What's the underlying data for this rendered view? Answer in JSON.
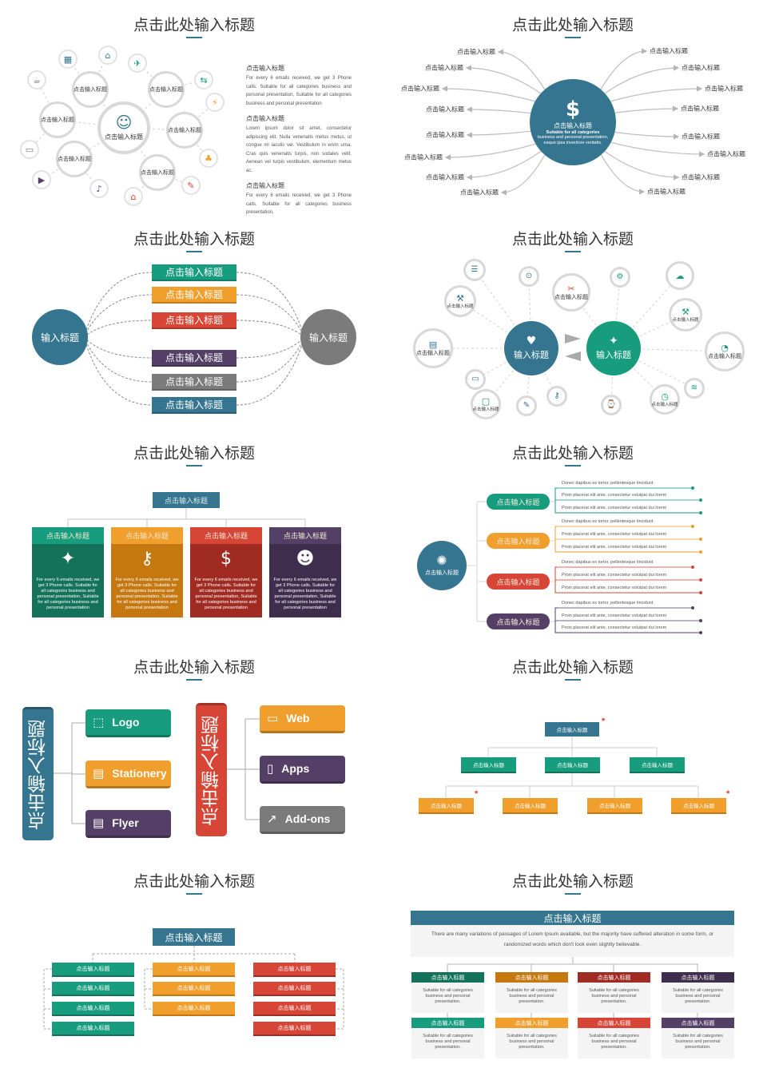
{
  "colors": {
    "teal": "#179c7d",
    "teal_dark": "#137259",
    "orange": "#f09e2c",
    "orange_dark": "#c5780f",
    "red": "#d64535",
    "red_dark": "#a02b22",
    "purple": "#543f66",
    "purple_dark": "#3e2d4c",
    "blue": "#35758f",
    "gray": "#7b7b7b"
  },
  "p1": {
    "title": "点击此处输入标题",
    "center_label": "点击输入标题",
    "center_icon": "head-icon",
    "nodes": [
      "点击输入标题",
      "点击输入标题",
      "点击输入标题",
      "点击输入标题",
      "点击输入标题",
      "点击输入标题"
    ],
    "icons": [
      "store-icon",
      "tag-icon",
      "airplane-icon",
      "cup-icon",
      "signpost-icon",
      "plug-icon",
      "cake-icon",
      "tree-icon",
      "video-icon",
      "microphone-icon",
      "graduation-cap-icon",
      "pencil-ruler-icon"
    ],
    "texts": [
      {
        "heading": "点击输入标题",
        "body": "For every 6 emails received, we get 3 Phone calls. Suitable for all categories business and personal presentation, Suitable for all categories business and personal presentation"
      },
      {
        "heading": "点击输入标题",
        "body": "Lorem ipsum dolor sit amet, consectetur adipiscing elit. Nulla venenatis metus metus, ut congue mi iaculis vel. Vestibulum in enim urna. Cras quis venenatis turpis, non sodales velit. Aenean vel turpis vestibulum, elementum metus ac."
      },
      {
        "heading": "点击输入标题",
        "body": "For every 6 emails received, we get 3 Phone calls. Suitable for all categories business presentation."
      }
    ]
  },
  "p2": {
    "title": "点击此处输入标题",
    "center": {
      "icon": "dollar-globe-icon",
      "label": "点击输入标题",
      "bold": "Suitable for all categories",
      "body": "business and personal presentation, eaque ipsa inventore veritatis."
    },
    "left": [
      "点击输入标题",
      "点击输入标题",
      "点击输入标题",
      "点击输入标题",
      "点击输入标题",
      "点击输入标题",
      "点击输入标题",
      "点击输入标题"
    ],
    "right": [
      "点击输入标题",
      "点击输入标题",
      "点击输入标题",
      "点击输入标题",
      "点击输入标题",
      "点击输入标题",
      "点击输入标题",
      "点击输入标题"
    ]
  },
  "p3": {
    "title": "点击此处输入标题",
    "left_label": "输入标题",
    "right_label": "输入标题",
    "bars": [
      "点击输入标题",
      "点击输入标题",
      "点击输入标题",
      "点击输入标题",
      "点击输入标题",
      "点击输入标题"
    ]
  },
  "p4": {
    "title": "点击此处输入标题",
    "left": {
      "label": "输入标题",
      "icon": "heart-hand-icon"
    },
    "right": {
      "label": "输入标题",
      "icon": "bulb-hand-icon"
    },
    "nodes": [
      {
        "icon": "list-icon",
        "label": ""
      },
      {
        "icon": "wrench-icon",
        "label": "点击输入标题"
      },
      {
        "icon": "chat-icon",
        "label": "点击输入标题"
      },
      {
        "icon": "monitor-icon",
        "label": ""
      },
      {
        "icon": "message-icon",
        "label": "点击输入标题"
      },
      {
        "icon": "edit-icon",
        "label": ""
      },
      {
        "icon": "key-icon",
        "label": ""
      },
      {
        "icon": "lock-icon",
        "label": ""
      },
      {
        "icon": "tools-icon",
        "label": "点击输入标题"
      },
      {
        "icon": "gear-icon",
        "label": ""
      },
      {
        "icon": "cloud-icon",
        "label": ""
      },
      {
        "icon": "screwdriver-icon",
        "label": "点击输入标题"
      },
      {
        "icon": "pie-chart-icon",
        "label": "点击输入标题"
      },
      {
        "icon": "layers-icon",
        "label": ""
      },
      {
        "icon": "gauge-icon",
        "label": "点击输入标题"
      },
      {
        "icon": "watch-icon",
        "label": ""
      }
    ]
  },
  "p5": {
    "title": "点击此处输入标题",
    "top": "点击输入标题",
    "cols": [
      {
        "label": "点击输入标题",
        "icon": "lightbulb-icon",
        "body": "For every 6 emails received, we get 3 Phone calls. Suitable for all categories business and personal presentation, Suitable for all categories business and personal presentation"
      },
      {
        "label": "点击输入标题",
        "icon": "key-icon",
        "body": "For every 6 emails received, we get 3 Phone calls. Suitable for all categories business and personal presentation, Suitable for all categories business and personal presentation"
      },
      {
        "label": "点击输入标题",
        "icon": "money-bag-icon",
        "body": "For every 6 emails received, we get 3 Phone calls. Suitable for all categories business and personal presentation, Suitable for all categories business and personal presentation"
      },
      {
        "label": "点击输入标题",
        "icon": "people-icon",
        "body": "For every 6 emails received, we get 3 Phone calls. Suitable for all categories business and personal presentation, Suitable for all categories business and personal presentation"
      }
    ]
  },
  "p6": {
    "title": "点击此处输入标题",
    "center": {
      "label": "点击输入标题",
      "icon": "brain-bulb-icon"
    },
    "groups": [
      {
        "label": "点击输入标题",
        "lines": [
          "Donec dapibus ex tortor, pellentesque tincidunt",
          "Proin placerat elit ante, consectetur volutpat dui lorem",
          "Proin placerat elit ante, consectetur volutpat dui lorem"
        ]
      },
      {
        "label": "点击输入标题",
        "lines": [
          "Donec dapibus ex tortor, pellentesque tincidunt",
          "Proin placerat elit ante, consectetur volutpat dui lorem",
          "Proin placerat elit ante, consectetur volutpat dui lorem"
        ]
      },
      {
        "label": "点击输入标题",
        "lines": [
          "Donec dapibus ex tortor, pellentesque tincidunt",
          "Proin placerat elit ante, consectetur volutpat dui lorem",
          "Proin placerat elit ante, consectetur volutpat dui lorem"
        ]
      },
      {
        "label": "点击输入标题",
        "lines": [
          "Donec dapibus ex tortor, pellentesque tincidunt",
          "Proin placerat elit ante, consectetur volutpat dui lorem",
          "Proin placerat elit ante, consectetur volutpat dui lorem"
        ]
      }
    ]
  },
  "p7": {
    "title": "点击此处输入标题",
    "groups": [
      {
        "label": "点击输入标题",
        "items": [
          {
            "label": "Logo",
            "icon": "cube-icon"
          },
          {
            "label": "Stationery",
            "icon": "stationery-icon"
          },
          {
            "label": "Flyer",
            "icon": "document-icon"
          }
        ]
      },
      {
        "label": "点击输入标题",
        "items": [
          {
            "label": "Web",
            "icon": "browser-window-icon"
          },
          {
            "label": "Apps",
            "icon": "smartphone-icon"
          },
          {
            "label": "Add-ons",
            "icon": "share-icon"
          }
        ]
      }
    ]
  },
  "p8": {
    "title": "点击此处输入标题",
    "top": "点击输入标题",
    "mid": [
      "点击输入标题",
      "点击输入标题",
      "点击输入标题"
    ],
    "bottom": [
      "点击输入标题",
      "点击输入标题",
      "点击输入标题",
      "点击输入标题"
    ],
    "marker": "*"
  },
  "p9": {
    "title": "点击此处输入标题",
    "top": "点击输入标题",
    "cols": [
      [
        "点击输入标题",
        "点击输入标题",
        "点击输入标题",
        "点击输入标题"
      ],
      [
        "点击输入标题",
        "点击输入标题",
        "点击输入标题"
      ],
      [
        "点击输入标题",
        "点击输入标题",
        "点击输入标题",
        "点击输入标题"
      ]
    ]
  },
  "p10": {
    "title": "点击此处输入标题",
    "header": "点击输入标题",
    "intro": "There are many variations of passages of Lorem Ipsum available, but the majority have suffered alteration in some form, or randomized words which don't look even slightly believable.",
    "rows": [
      [
        {
          "label": "点击输入标题",
          "body": "Suitable for all categories business and personal presentation."
        },
        {
          "label": "点击输入标题",
          "body": "Suitable for all categories business and personal presentation."
        },
        {
          "label": "点击输入标题",
          "body": "Suitable for all categories business and personal presentation."
        },
        {
          "label": "点击输入标题",
          "body": "Suitable for all categories business and personal presentation."
        }
      ],
      [
        {
          "label": "点击输入标题",
          "body": "Suitable for all categories business and personal presentation."
        },
        {
          "label": "点击输入标题",
          "body": "Suitable for all categories business and personal presentation."
        },
        {
          "label": "点击输入标题",
          "body": "Suitable for all categories business and personal presentation."
        },
        {
          "label": "点击输入标题",
          "body": "Suitable for all categories business and personal presentation."
        }
      ]
    ]
  }
}
